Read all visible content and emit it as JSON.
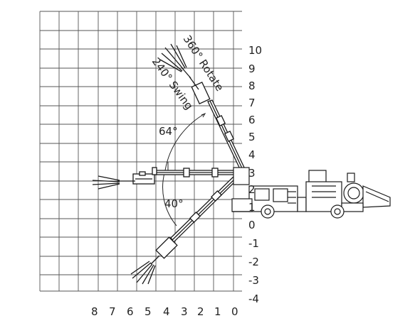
{
  "annotations": {
    "rotate": "360° Rotate",
    "swing": "240° Swing",
    "angle_up": "64°",
    "angle_down": "40°"
  },
  "y_axis_labels": [
    "10",
    "9",
    "8",
    "7",
    "6",
    "5",
    "4",
    "3",
    "2",
    "1",
    "0",
    "-1",
    "-2",
    "-3",
    "-4"
  ],
  "x_axis_labels": [
    "8",
    "7",
    "6",
    "5",
    "4",
    "3",
    "2",
    "1",
    "0"
  ],
  "colors": {
    "grid": "#444444",
    "line": "#1a1a1a",
    "text": "#222222"
  }
}
